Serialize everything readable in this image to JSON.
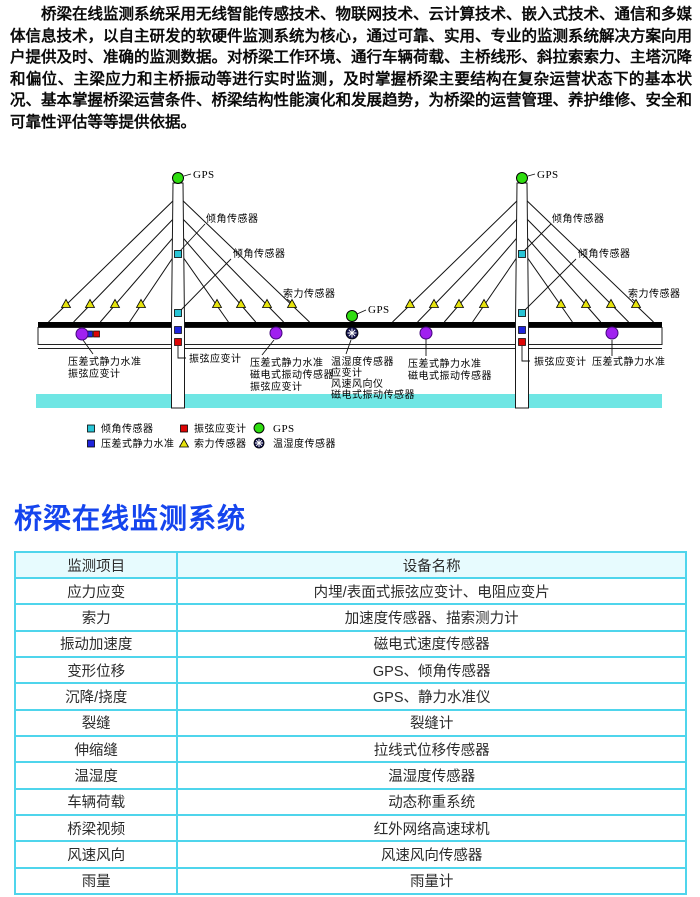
{
  "intro": {
    "text": "桥梁在线监测系统采用无线智能传感技术、物联网技术、云计算技术、嵌入式技术、通信和多媒体信息技术，以自主研发的软硬件监测系统为核心，通过可靠、实用、专业的监测系统解决方案向用户提供及时、准确的监测数据。对桥梁工作环境、通行车辆荷载、主桥线形、斜拉索索力、主塔沉降和偏位、主梁应力和主桥振动等进行实时监测，及时掌握桥梁主要结构在复杂运营状态下的基本状况、基本掌握桥梁运营条件、桥梁结构性能演化和发展趋势，为桥梁的运营管理、养护维修、安全和可靠性评估等等提供依据。"
  },
  "diagram": {
    "labels": {
      "gps": "GPS",
      "tilt": "倾角传感器",
      "cable_force": "索力传感器",
      "strain": "振弦应变计",
      "level": "压差式静力水准",
      "vib": "磁电式振动传感器",
      "temp": "温湿度传感器",
      "strain_meter": "应变计",
      "wind": "风速风向仪"
    },
    "legend": {
      "items": [
        {
          "symbol": "tilt-square",
          "label": "倾角传感器"
        },
        {
          "symbol": "strain-square",
          "label": "振弦应变计"
        },
        {
          "symbol": "gps-circle",
          "label": "GPS"
        },
        {
          "symbol": "level-square",
          "label": "压差式静力水准"
        },
        {
          "symbol": "cable-triangle",
          "label": "索力传感器"
        },
        {
          "symbol": "temp-circle",
          "label": "温湿度传感器"
        }
      ]
    }
  },
  "section_title": "桥梁在线监测系统",
  "table": {
    "headers": [
      "监测项目",
      "设备名称"
    ],
    "rows": [
      [
        "应力应变",
        "内埋/表面式振弦应变计、电阻应变片"
      ],
      [
        "索力",
        "加速度传感器、描索测力计"
      ],
      [
        "振动加速度",
        "磁电式速度传感器"
      ],
      [
        "变形位移",
        "GPS、倾角传感器"
      ],
      [
        "沉降/挠度",
        "GPS、静力水准仪"
      ],
      [
        "裂缝",
        "裂缝计"
      ],
      [
        "伸缩缝",
        "拉线式位移传感器"
      ],
      [
        "温湿度",
        "温湿度传感器"
      ],
      [
        "车辆荷载",
        "动态称重系统"
      ],
      [
        "桥梁视频",
        "红外网络高速球机"
      ],
      [
        "风速风向",
        "风速风向传感器"
      ],
      [
        "雨量",
        "雨量计"
      ]
    ]
  },
  "colors": {
    "accent_blue": "#1545ee",
    "table_border": "#4fd5ec",
    "table_header_bg": "#e7fbfe",
    "water": "#6fe6e4",
    "gps_green": "#2fdd10",
    "level_purple": "#a020f0",
    "tilt_cyan": "#29c5d6",
    "level_blue": "#1f24dc",
    "strain_red": "#dd0505",
    "cable_yellow": "#e6e30d"
  }
}
